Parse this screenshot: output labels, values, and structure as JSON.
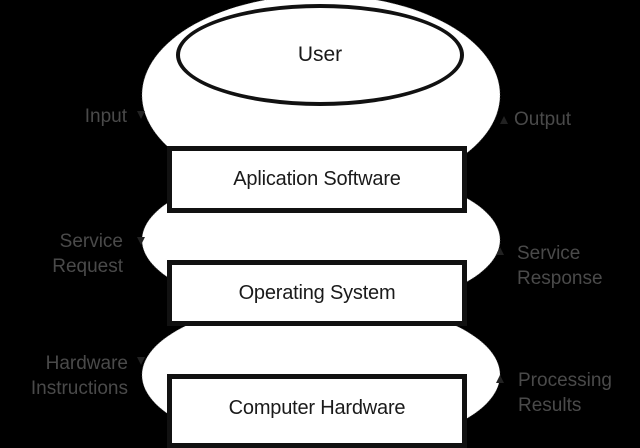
{
  "diagram": {
    "title": "",
    "colors": {
      "background": "#000000",
      "layer_fill": "#ffffff",
      "outline": "#111111",
      "node_text": "#1a1a1a",
      "flow_label_text": "#4a4a4a"
    },
    "nodes": [
      {
        "id": "user",
        "label": "User",
        "shape": "ellipse"
      },
      {
        "id": "application-software",
        "label": "Aplication Software",
        "shape": "rectangle"
      },
      {
        "id": "operating-system",
        "label": "Operating System",
        "shape": "rectangle"
      },
      {
        "id": "computer-hardware",
        "label": "Computer Hardware",
        "shape": "rectangle"
      }
    ],
    "flows": [
      {
        "from": "user",
        "to": "application-software",
        "side": "left",
        "direction": "down",
        "label_lines": [
          "Input"
        ]
      },
      {
        "from": "application-software",
        "to": "user",
        "side": "right",
        "direction": "up",
        "label_lines": [
          "Output"
        ]
      },
      {
        "from": "application-software",
        "to": "operating-system",
        "side": "left",
        "direction": "down",
        "label_lines": [
          "Service",
          "Request"
        ]
      },
      {
        "from": "operating-system",
        "to": "application-software",
        "side": "right",
        "direction": "up",
        "label_lines": [
          "Service",
          "Response"
        ]
      },
      {
        "from": "operating-system",
        "to": "computer-hardware",
        "side": "left",
        "direction": "down",
        "label_lines": [
          "Hardware",
          "Instructions"
        ]
      },
      {
        "from": "computer-hardware",
        "to": "operating-system",
        "side": "right",
        "direction": "up",
        "label_lines": [
          "Processing",
          "Results"
        ]
      }
    ]
  }
}
